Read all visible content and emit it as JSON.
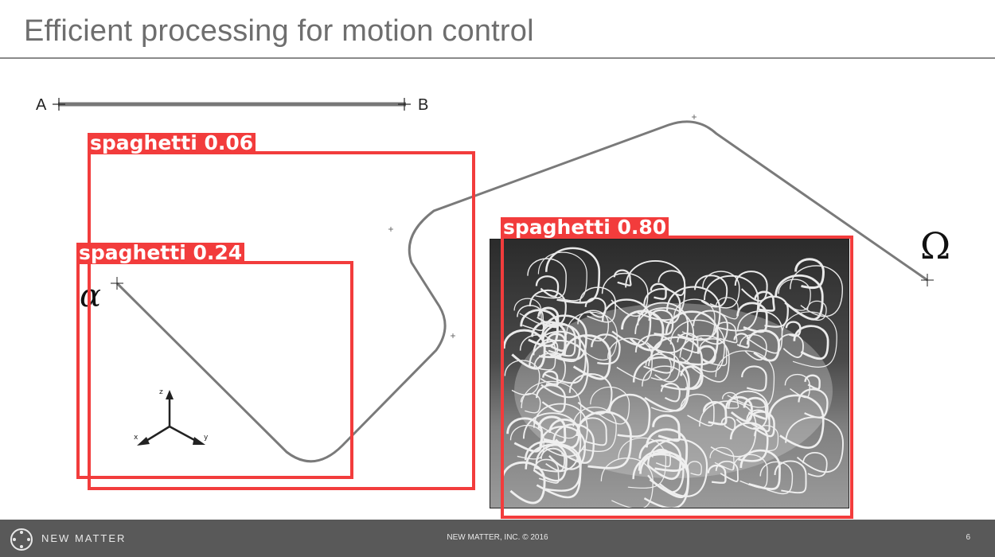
{
  "slide": {
    "title": "Efficient processing for motion control",
    "page_number": "6"
  },
  "diagram": {
    "point_a": "A",
    "point_b": "B",
    "start_symbol": "α",
    "end_symbol": "Ω",
    "axis_x": "x",
    "axis_y": "y",
    "axis_z": "z"
  },
  "detections": [
    {
      "label": "spaghetti 0.06"
    },
    {
      "label": "spaghetti 0.24"
    },
    {
      "label": "spaghetti 0.80"
    }
  ],
  "footer": {
    "brand": "NEW MATTER",
    "copyright": "NEW MATTER, INC. © 2016"
  },
  "colors": {
    "detection": "#f23c3c",
    "footer_bg": "#595959",
    "title": "#6e6e6e"
  }
}
